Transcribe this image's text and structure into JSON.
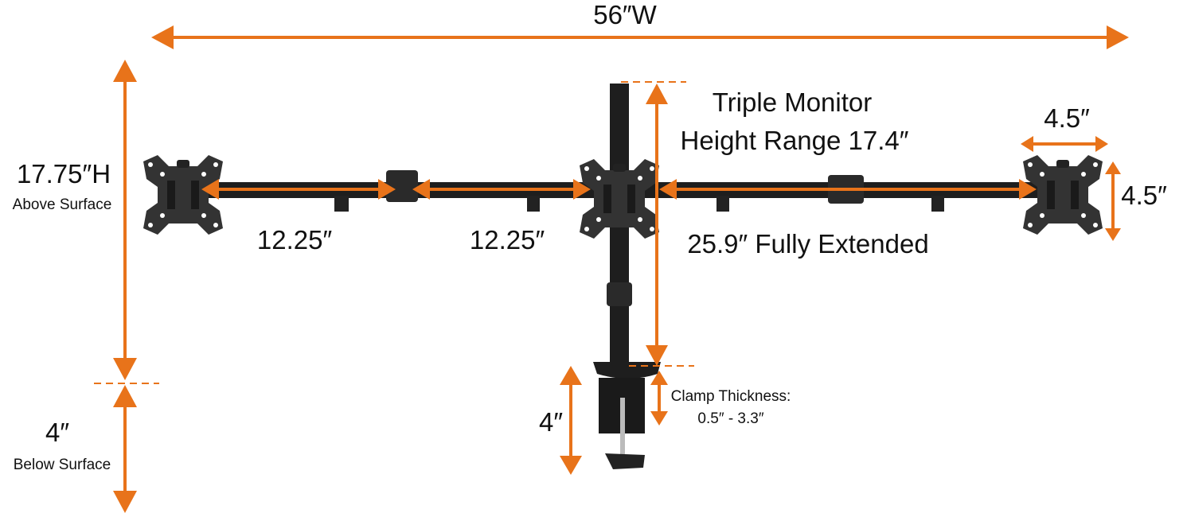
{
  "colors": {
    "accent": "#e8731a",
    "mount": "#1e1e1e",
    "plate": "#333333"
  },
  "labels": {
    "width": "56″W",
    "height_above": "17.75″H",
    "above_surface": "Above Surface",
    "depth_below": "4″",
    "below_surface": "Below Surface",
    "arm_segment_1": "12.25″",
    "arm_segment_2": "12.25″",
    "arm_extended": "25.9″ Fully Extended",
    "height_range_line1": "Triple Monitor",
    "height_range_line2": "Height Range 17.4″",
    "vesa_width": "4.5″",
    "vesa_height": "4.5″",
    "clamp_depth": "4″",
    "clamp_thickness_line1": "Clamp Thickness:",
    "clamp_thickness_line2": "0.5″ - 3.3″"
  }
}
